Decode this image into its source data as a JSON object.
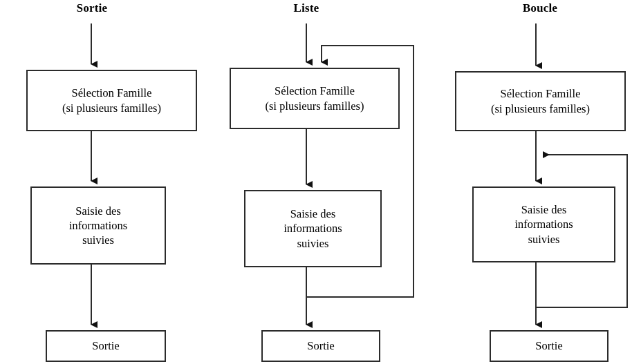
{
  "diagram": {
    "title_row": [
      {
        "id": "sortie",
        "label": "Sortie"
      },
      {
        "id": "liste",
        "label": "Liste"
      },
      {
        "id": "boucle",
        "label": "Boucle"
      }
    ],
    "columns": [
      {
        "id": "col-sortie",
        "title": "Sortie",
        "nodes": [
          {
            "id": "selection-famille",
            "line1": "Sélection Famille",
            "line2": "(si plusieurs familles)"
          },
          {
            "id": "saisie-informations",
            "line1": "Saisie des",
            "line2": "informations",
            "line3": "suivies"
          },
          {
            "id": "sortie",
            "line1": "Sortie"
          }
        ],
        "has_loop": false
      },
      {
        "id": "col-liste",
        "title": "Liste",
        "nodes": [
          {
            "id": "selection-famille",
            "line1": "Sélection Famille",
            "line2": "(si plusieurs familles)"
          },
          {
            "id": "saisie-informations",
            "line1": "Saisie des",
            "line2": "informations",
            "line3": "suivies"
          },
          {
            "id": "sortie",
            "line1": "Sortie"
          }
        ],
        "has_loop": true,
        "loop_target": "selection-famille"
      },
      {
        "id": "col-boucle",
        "title": "Boucle",
        "nodes": [
          {
            "id": "selection-famille",
            "line1": "Sélection Famille",
            "line2": "(si plusieurs familles)"
          },
          {
            "id": "saisie-informations",
            "line1": "Saisie des",
            "line2": "informations",
            "line3": "suivies"
          },
          {
            "id": "sortie",
            "line1": "Sortie"
          }
        ],
        "has_loop": true,
        "loop_target": "saisie-informations"
      }
    ],
    "style": {
      "stroke": "#2b2b2b",
      "background": "#ffffff",
      "text": "#000000"
    }
  }
}
